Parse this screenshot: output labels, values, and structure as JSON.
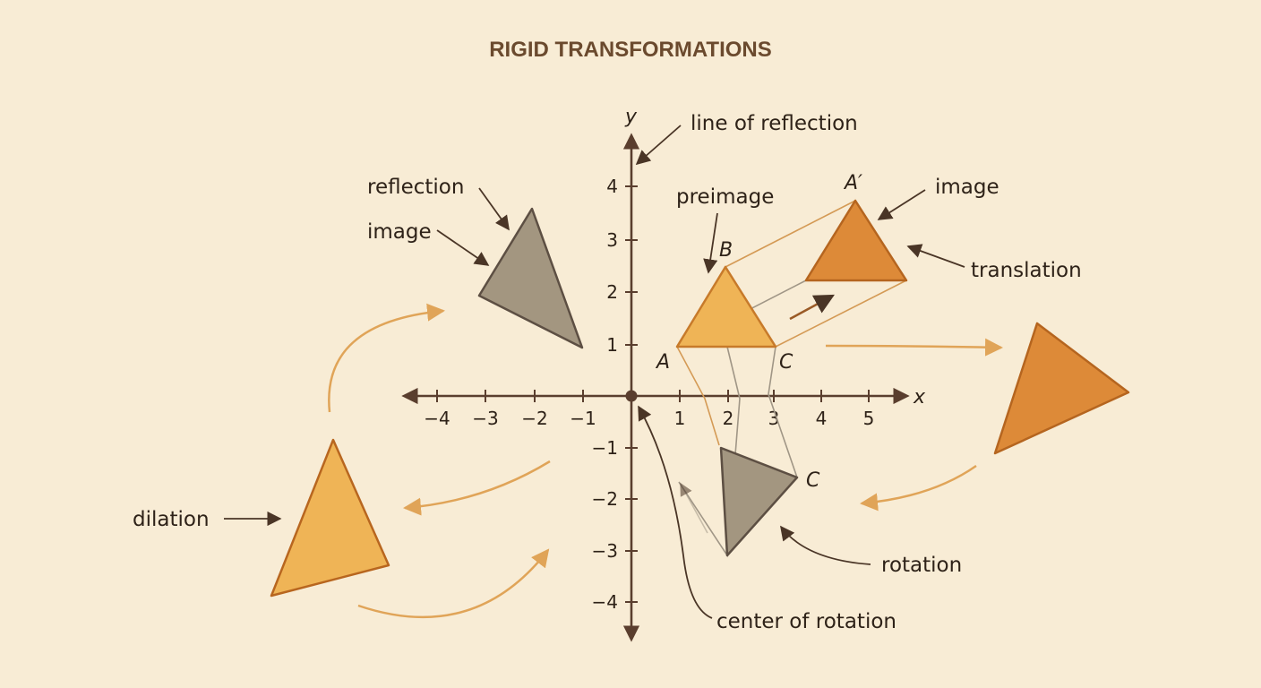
{
  "title": "RIGID TRANSFORMATIONS",
  "axes": {
    "x_label": "x",
    "y_label": "y",
    "x_ticks": [
      "−4",
      "−3",
      "−2",
      "−1",
      "1",
      "2",
      "3",
      "4",
      "5"
    ],
    "y_ticks": [
      "4",
      "3",
      "2",
      "1",
      "−1",
      "−2",
      "−3",
      "−4"
    ]
  },
  "labels": {
    "line_of_reflection": "line of reflection",
    "reflection": "reflection",
    "reflection_image": "image",
    "preimage": "preimage",
    "translation_image": "image",
    "translation": "translation",
    "dilation": "dilation",
    "rotation": "rotation",
    "center_of_rotation": "center of rotation"
  },
  "vertices": {
    "preimage_a": "A",
    "preimage_b": "B",
    "preimage_c": "C",
    "translated_a": "A′",
    "rotated_c": "C"
  },
  "colors": {
    "background": "#f8ecd5",
    "preimage_fill": "#efb456",
    "image_fill": "#dd8a38",
    "grey_fill": "#a39680",
    "arrow": "#e0a458",
    "axis": "#5a3e2e"
  }
}
